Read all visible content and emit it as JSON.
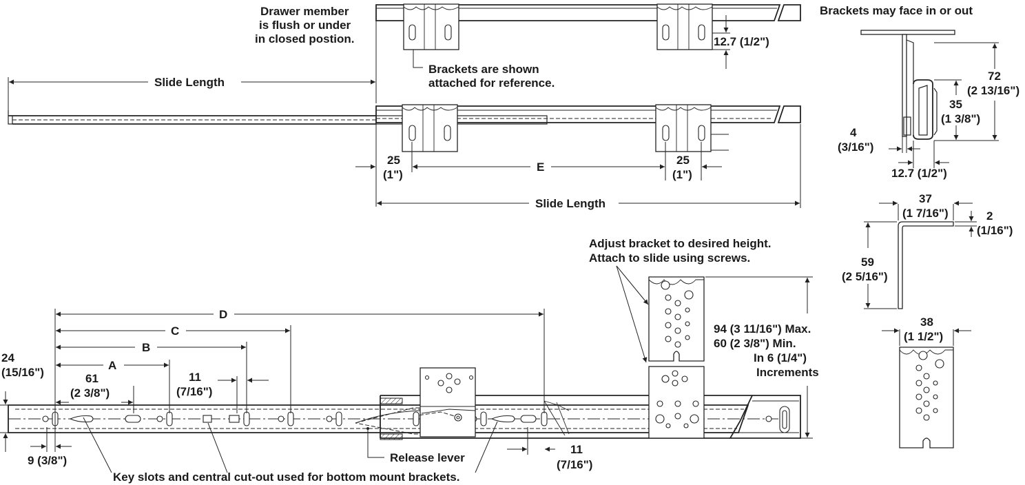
{
  "notes": {
    "drawer_member": [
      "Drawer member",
      "is flush or under",
      "in closed postion."
    ],
    "brackets_shown": [
      "Brackets are shown",
      "attached for reference."
    ],
    "brackets_face": "Brackets may face in or out",
    "adjust_bracket": [
      "Adjust bracket to desired height.",
      "Attach to slide using screws."
    ],
    "release_lever": "Release lever",
    "key_slots": "Key slots and central cut-out used for bottom mount brackets."
  },
  "dims": {
    "slide_length_top": "Slide Length",
    "slide_length_bottom": "Slide Length",
    "d12_7_top": "12.7 (1/2\")",
    "d25_left": [
      "25",
      "(1\")"
    ],
    "d25_right": [
      "25",
      "(1\")"
    ],
    "d_e": "E",
    "d72": [
      "72",
      "(2 13/16\")"
    ],
    "d35": [
      "35",
      "(1 3/8\")"
    ],
    "d4": [
      "4",
      "(3/16\")"
    ],
    "d12_7_side": "12.7 (1/2\")",
    "d37": [
      "37",
      "(1 7/16\")"
    ],
    "d2": [
      "2",
      "(1/16\")"
    ],
    "d59": [
      "59",
      "(2 5/16\")"
    ],
    "d38": [
      "38",
      "(1 1/2\")"
    ],
    "d_range": [
      "94 (3 11/16\") Max.",
      "60 (2 3/8\") Min.",
      "In 6 (1/4\")",
      "Increments"
    ],
    "d_a": "A",
    "d_b": "B",
    "d_c": "C",
    "d_d": "D",
    "d24": [
      "24",
      "(15/16\")"
    ],
    "d61": [
      "61",
      "(2 3/8\")"
    ],
    "d11_top": [
      "11",
      "(7/16\")"
    ],
    "d9": "9 (3/8\")",
    "d11_bottom": [
      "11",
      "(7/16\")"
    ]
  }
}
